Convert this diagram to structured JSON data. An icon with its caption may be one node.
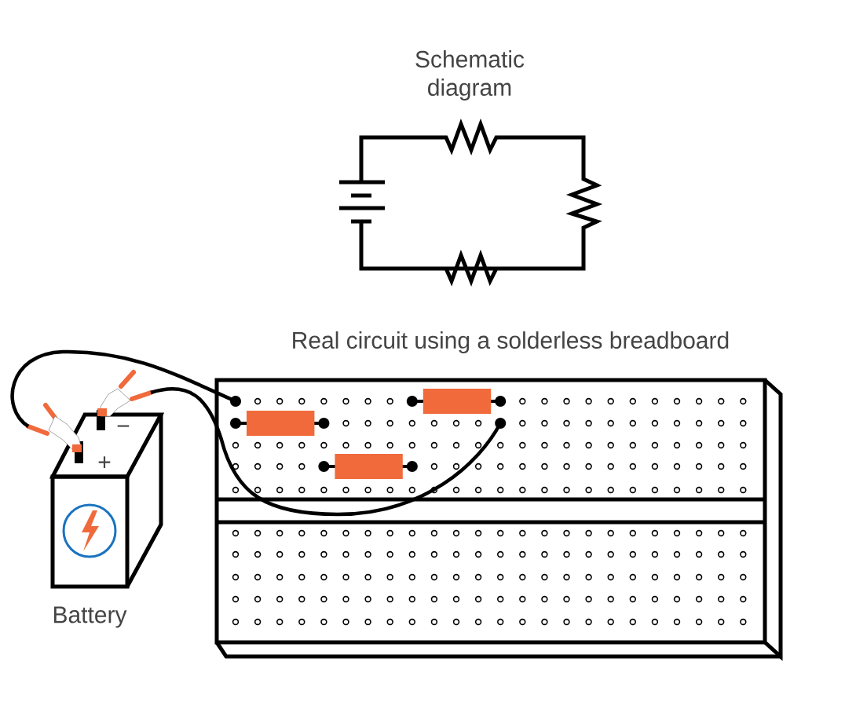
{
  "diagram": {
    "nodes": [
      {
        "text": [],
        "shape": "picture",
        "beside": [
          "Battery"
        ]
      },
      {
        "text": [],
        "shape": "picture"
      }
    ],
    "edges": [
      {
        "from": 0,
        "to": 1,
        "arrow": "other"
      },
      {
        "from": 0,
        "to": 1,
        "arrow": "other"
      }
    ],
    "labels": [
      "Schematic diagram",
      "Real circuit using a solderless breadboard",
      "−",
      "+"
    ]
  }
}
